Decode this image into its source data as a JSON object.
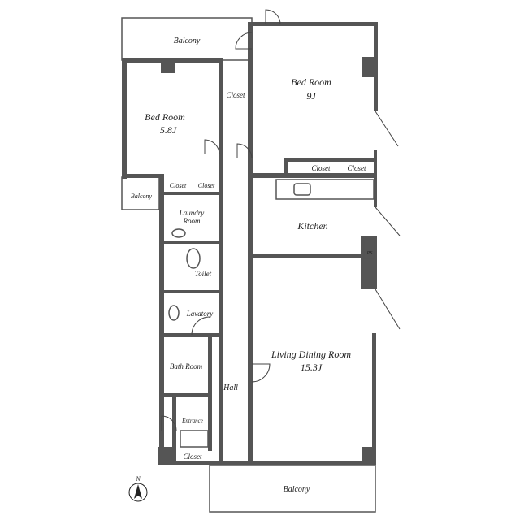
{
  "rooms": {
    "balcony_top": "Balcony",
    "bedroom_left": "Bed Room",
    "bedroom_left_size": "5.8J",
    "closet_hall": "Closet",
    "bedroom_right": "Bed Room",
    "bedroom_right_size": "9J",
    "closet_r1": "Closet",
    "closet_r2": "Closet",
    "closet_l1": "Closet",
    "closet_l2": "Closet",
    "balcony_small": "Balcony",
    "laundry_1": "Laundry",
    "laundry_2": "Room",
    "kitchen": "Kitchen",
    "ps": "PS",
    "toilet": "Toilet",
    "lavatory": "Lavatory",
    "living": "Living Dining Room",
    "living_size": "15.3J",
    "bath": "Bath Room",
    "hall": "Hall",
    "entrance": "Entrance",
    "closet_entrance": "Closet",
    "balcony_bottom": "Balcony"
  },
  "compass": "N"
}
